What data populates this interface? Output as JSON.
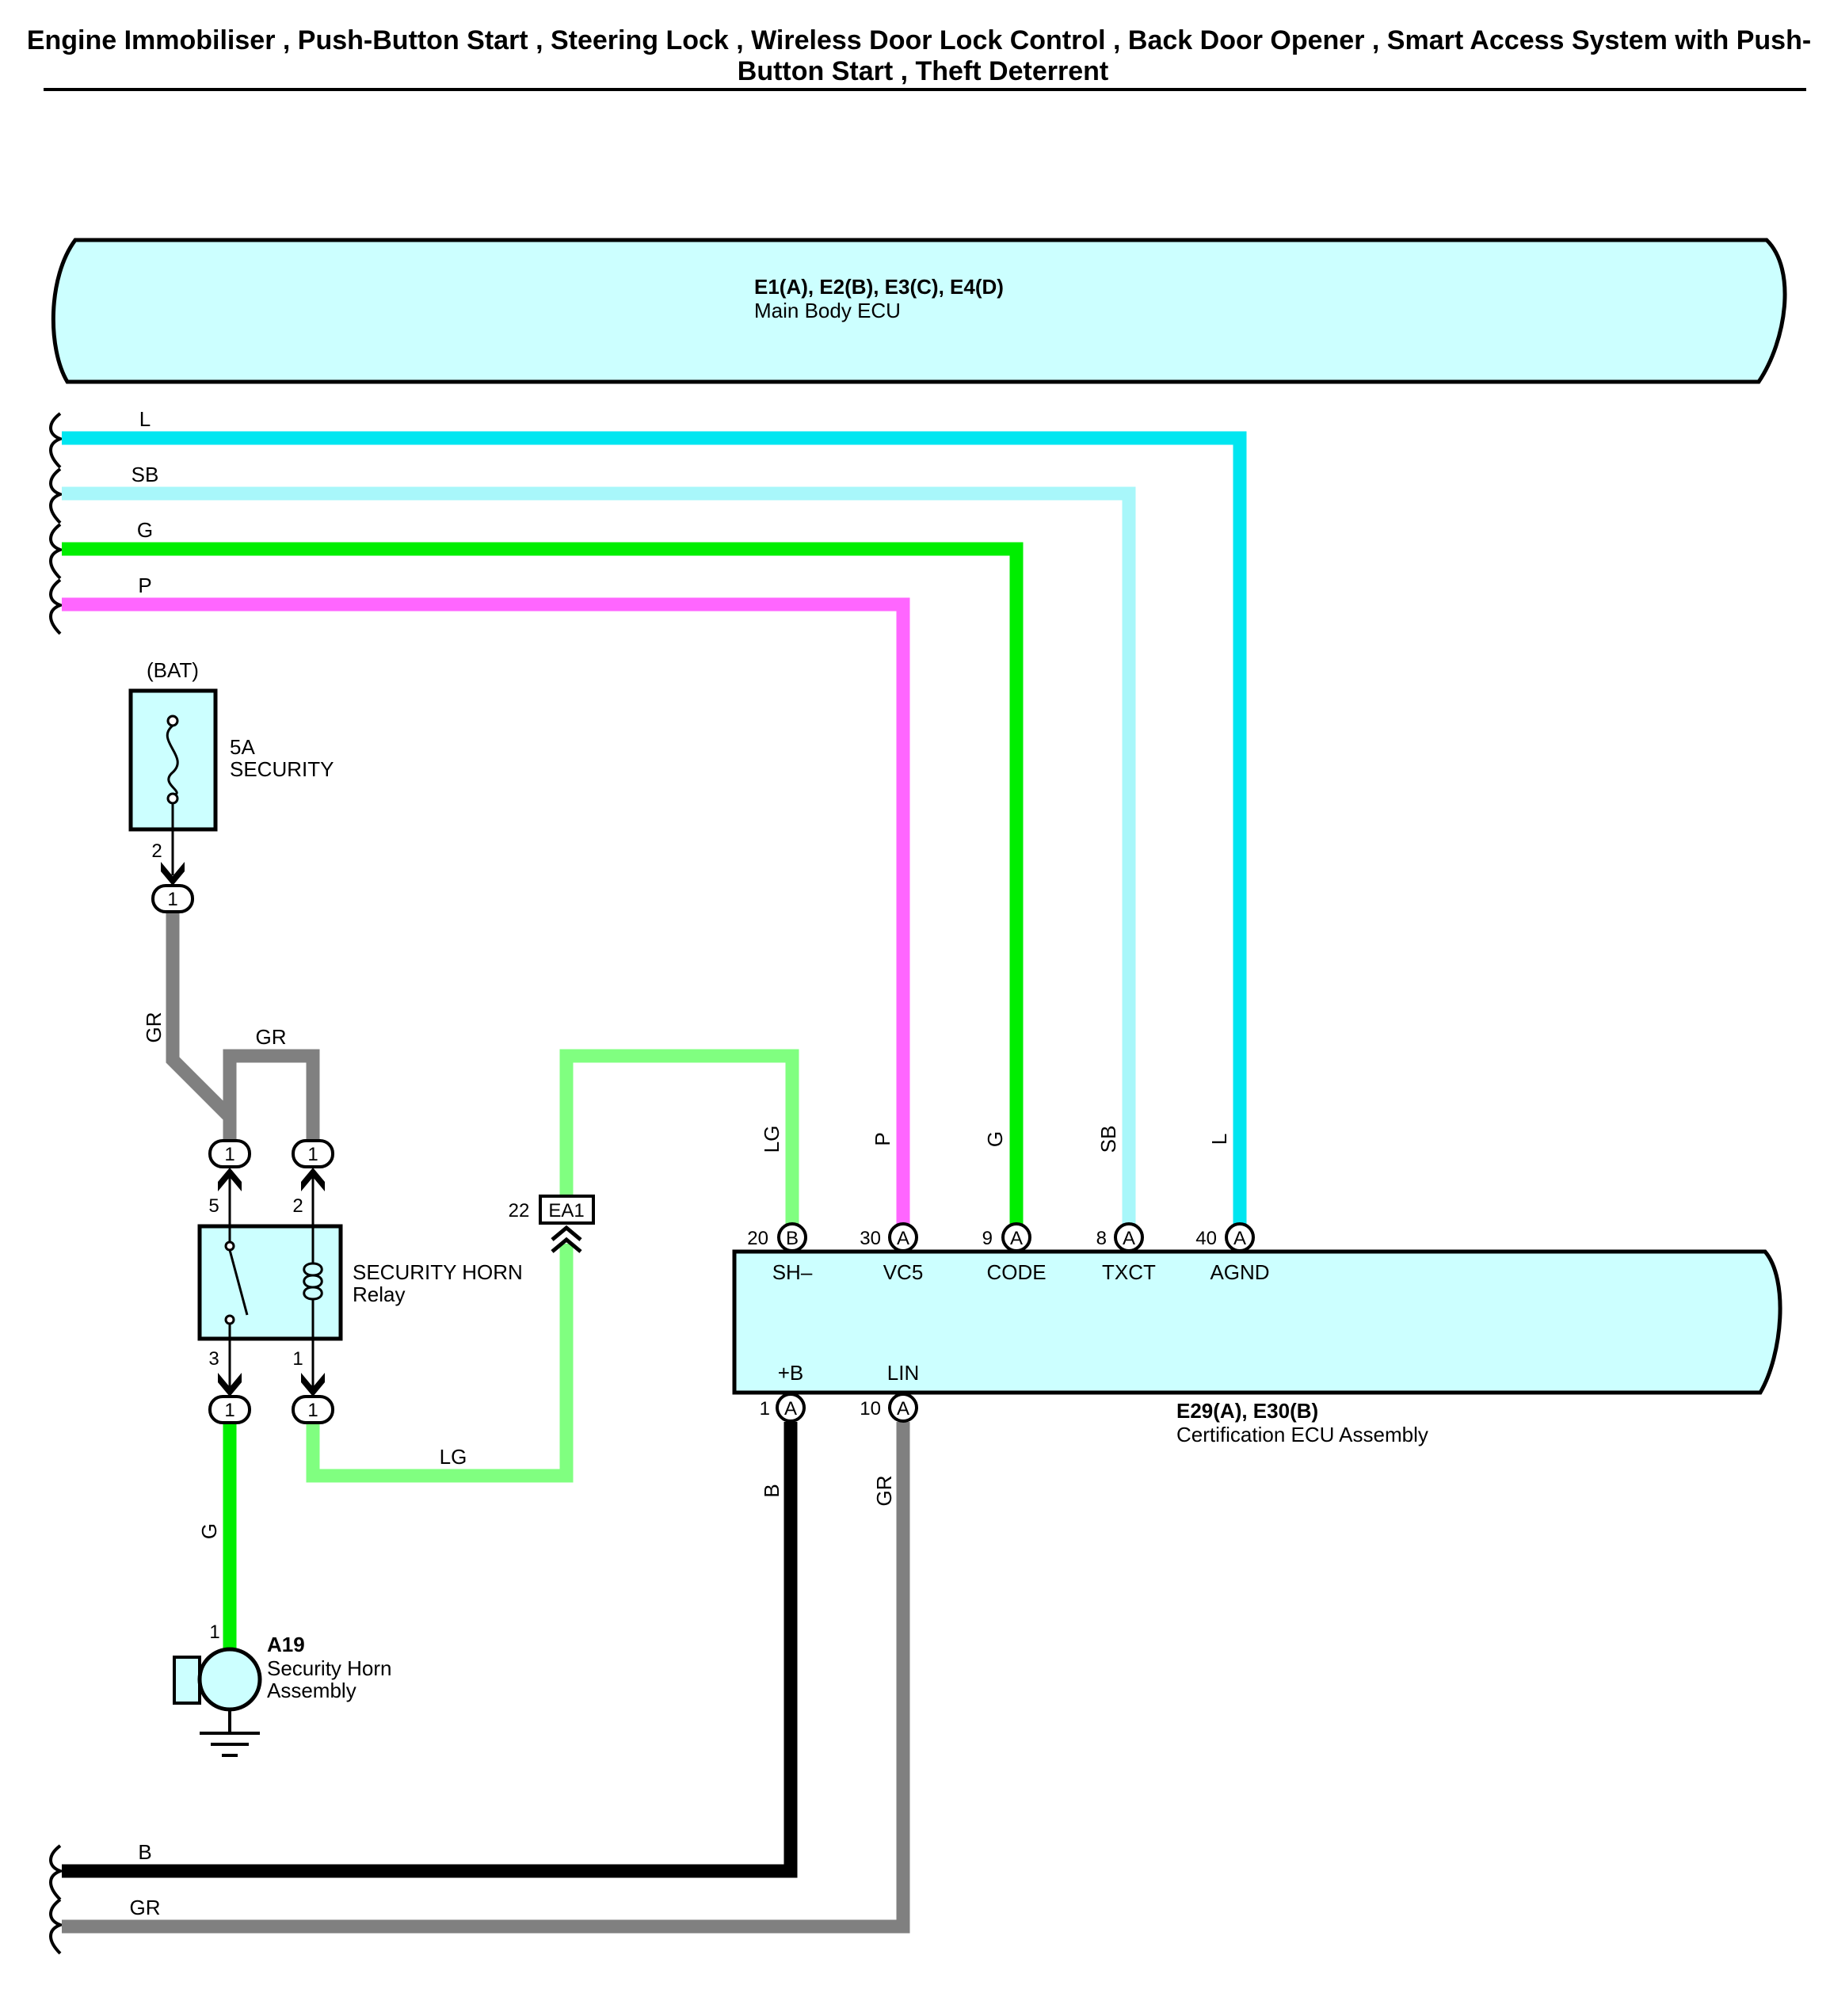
{
  "title": {
    "line1": "Engine Immobiliser , Push-Button Start , Steering Lock , Wireless Door Lock Control , Back Door Opener , Smart Access System with Push-",
    "line2": "Button Start , Theft Deterrent"
  },
  "colors": {
    "component_fill": "#ccffff",
    "wire_L": "#00e6f0",
    "wire_SB": "#a8f7fa",
    "wire_G": "#00ee00",
    "wire_P": "#ff66ff",
    "wire_GR": "#808080",
    "wire_LG": "#80ff80",
    "wire_B": "#000000"
  },
  "main_body_ecu": {
    "connectors": "E1(A), E2(B), E3(C), E4(D)",
    "name": "Main Body ECU"
  },
  "left_wires": [
    {
      "color_code": "L"
    },
    {
      "color_code": "SB"
    },
    {
      "color_code": "G"
    },
    {
      "color_code": "P"
    }
  ],
  "bottom_wires": [
    {
      "color_code": "B"
    },
    {
      "color_code": "GR"
    }
  ],
  "fuse": {
    "source": "(BAT)",
    "rating": "5A",
    "name": "SECURITY",
    "pin": "2",
    "junction_pin": "1"
  },
  "relay": {
    "name_line1": "SECURITY HORN",
    "name_line2": "Relay",
    "pins": {
      "p5": "5",
      "p2": "2",
      "p3": "3",
      "p1": "1"
    },
    "junction_pins": {
      "top_left": "1",
      "top_right": "1",
      "bottom_left": "1",
      "bottom_right": "1"
    }
  },
  "fuse_wire": {
    "color_code": "GR"
  },
  "relay_jumper": {
    "color_code": "GR"
  },
  "horn_wire": {
    "color_code": "G"
  },
  "relay_to_ea1": {
    "color_code": "LG"
  },
  "connector_ea1": {
    "pin": "22",
    "id": "EA1"
  },
  "horn": {
    "pin": "1",
    "id": "A19",
    "name_line1": "Security Horn",
    "name_line2": "Assembly"
  },
  "certification_ecu": {
    "connectors": "E29(A), E30(B)",
    "name": "Certification ECU Assembly",
    "top_pins": [
      {
        "num": "20",
        "conn": "B",
        "signal": "SH–",
        "wire": "LG"
      },
      {
        "num": "30",
        "conn": "A",
        "signal": "VC5",
        "wire": "P"
      },
      {
        "num": "9",
        "conn": "A",
        "signal": "CODE",
        "wire": "G"
      },
      {
        "num": "8",
        "conn": "A",
        "signal": "TXCT",
        "wire": "SB"
      },
      {
        "num": "40",
        "conn": "A",
        "signal": "AGND",
        "wire": "L"
      }
    ],
    "bottom_pins": [
      {
        "num": "1",
        "conn": "A",
        "signal": "+B",
        "wire": "B"
      },
      {
        "num": "10",
        "conn": "A",
        "signal": "LIN",
        "wire": "GR"
      }
    ]
  }
}
